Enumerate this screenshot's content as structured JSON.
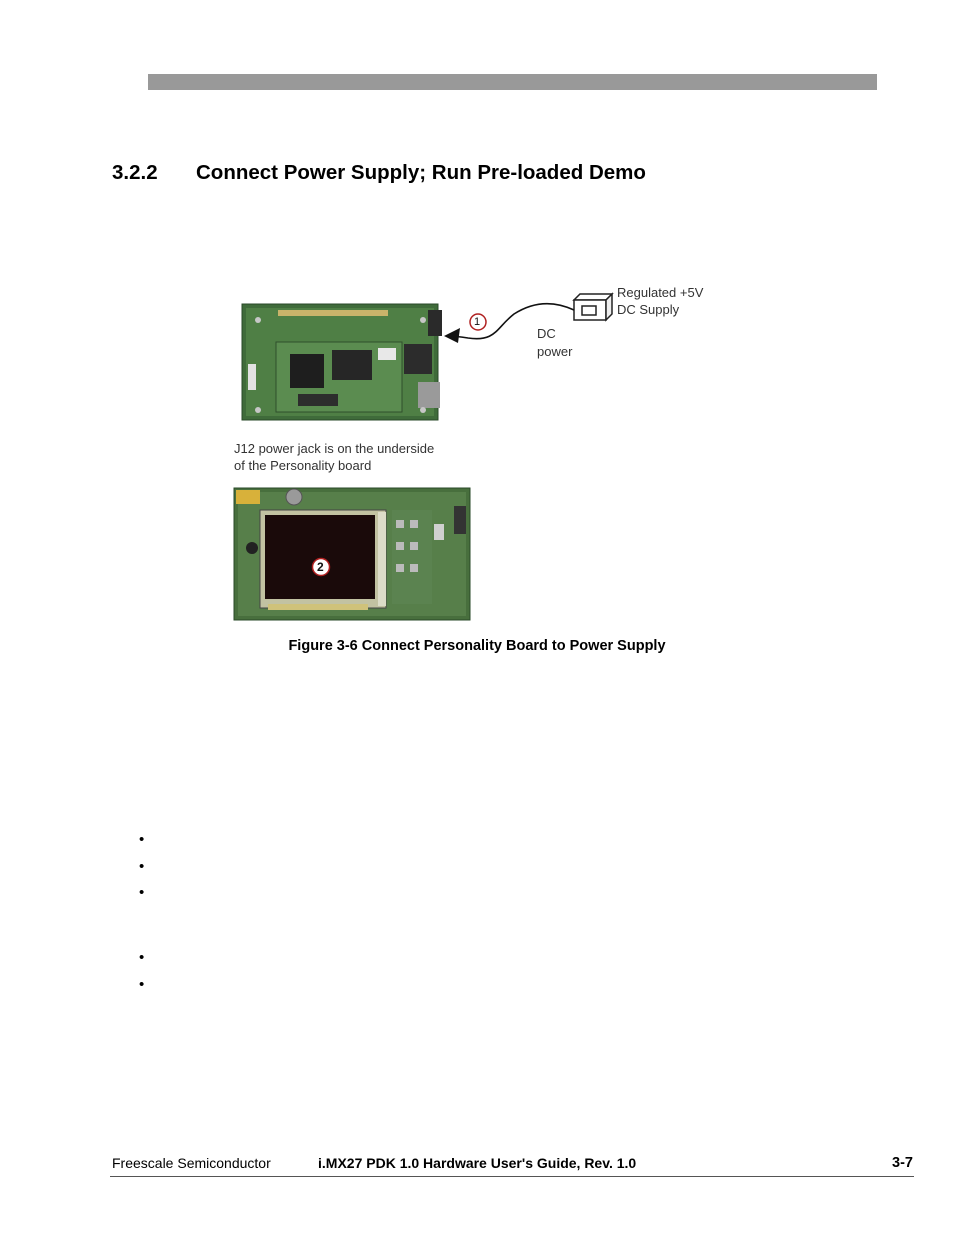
{
  "section": {
    "number": "3.2.2",
    "title": "Connect Power Supply; Run Pre-loaded Demo"
  },
  "figure": {
    "supply_label_line1": "Regulated +5V",
    "supply_label_line2": "DC Supply",
    "cable_label_line1": "DC",
    "cable_label_line2": "power",
    "callout_1": "1",
    "callout_2": "2",
    "note_line1": "J12 power jack is on the underside",
    "note_line2": "of the Personality board",
    "caption": "Figure 3-6 Connect Personality Board to Power Supply"
  },
  "bullets": [
    "•",
    "•",
    "•",
    "•",
    "•"
  ],
  "footer": {
    "company": "Freescale Semiconductor",
    "doc_title": "i.MX27 PDK 1.0 Hardware User's Guide, Rev. 1.0",
    "page": "3-7"
  }
}
